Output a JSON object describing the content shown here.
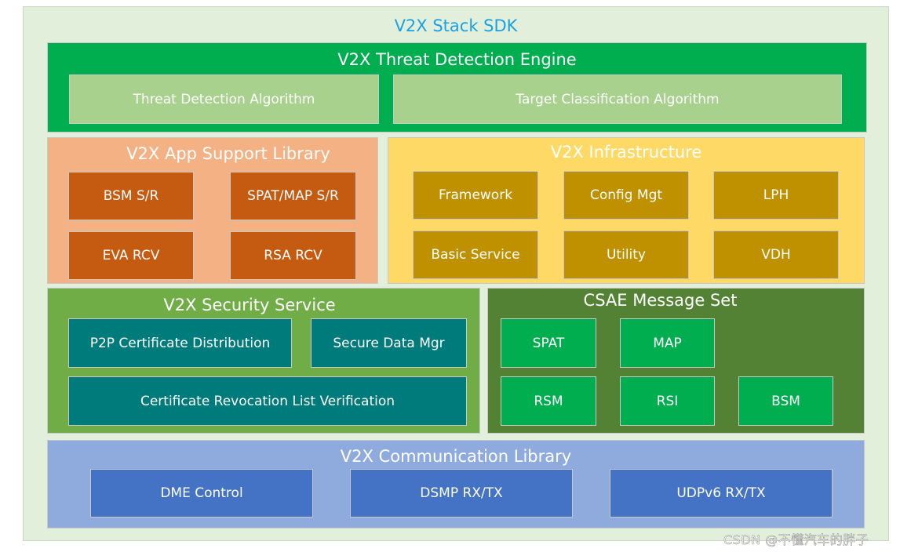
{
  "sdk": {
    "title": "V2X Stack SDK",
    "title_color": "#1ba1e2",
    "background": "#e2efda"
  },
  "threat_engine": {
    "title": "V2X Threat Detection Engine",
    "color": "#00ad4f",
    "items": [
      {
        "label": "Threat Detection Algorithm",
        "color": "#a9d18e"
      },
      {
        "label": "Target Classification Algorithm",
        "color": "#a9d18e"
      }
    ]
  },
  "app_support": {
    "title": "V2X App Support Library",
    "color": "#f4b183",
    "item_color": "#c55a11",
    "items": [
      "BSM S/R",
      "SPAT/MAP S/R",
      "EVA RCV",
      "RSA RCV"
    ]
  },
  "infrastructure": {
    "title": "V2X Infrastructure",
    "color": "#ffd966",
    "item_color": "#bf9000",
    "items": [
      "Framework",
      "Config Mgt",
      "LPH",
      "Basic Service",
      "Utility",
      "VDH"
    ]
  },
  "security": {
    "title": "V2X Security Service",
    "color": "#70ad47",
    "item_color": "#007b7b",
    "items": [
      "P2P Certificate Distribution",
      "Secure Data Mgr",
      "Certificate Revocation List Verification"
    ]
  },
  "csae": {
    "title": "CSAE Message Set",
    "color": "#548235",
    "item_color": "#00ad4f",
    "items": [
      "SPAT",
      "MAP",
      "RSM",
      "RSI",
      "BSM"
    ]
  },
  "communication": {
    "title": "V2X Communication Library",
    "color": "#8faadc",
    "item_color": "#4472c4",
    "items": [
      "DME Control",
      "DSMP RX/TX",
      "UDPv6 RX/TX"
    ]
  },
  "watermark": "CSDN @不懂汽车的胖子"
}
